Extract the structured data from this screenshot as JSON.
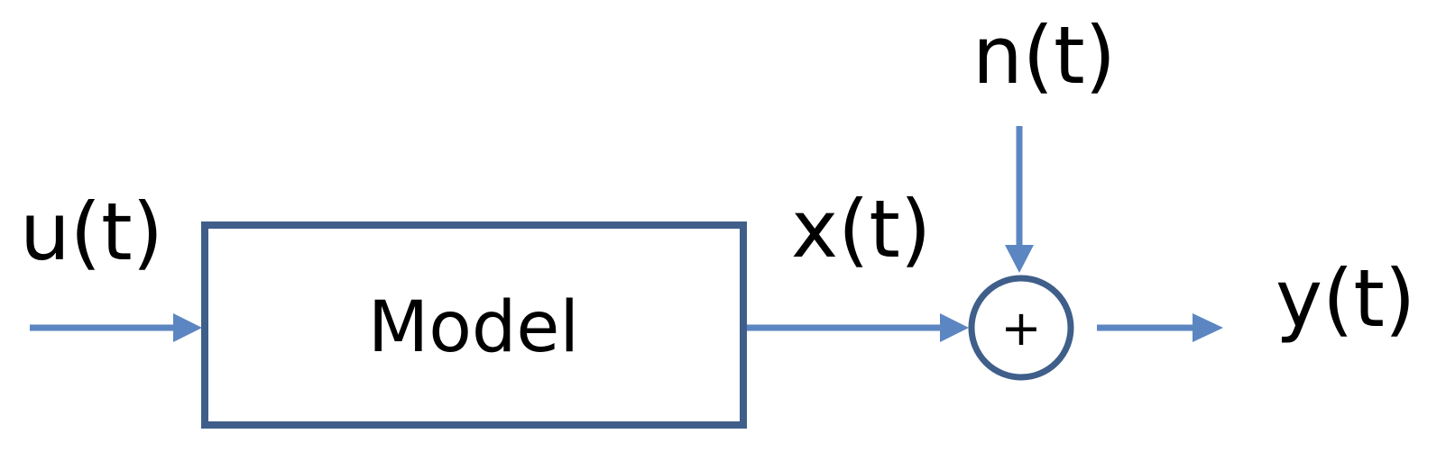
{
  "diagram": {
    "block_label": "Model",
    "input_signal": "u(t)",
    "model_output_signal": "x(t)",
    "noise_signal": "n(t)",
    "output_signal": "y(t)",
    "summing_junction_sign": "+"
  },
  "colors": {
    "block_border": "#3f5f8a",
    "arrow": "#5b86c1",
    "text": "#000000",
    "background": "#ffffff"
  }
}
